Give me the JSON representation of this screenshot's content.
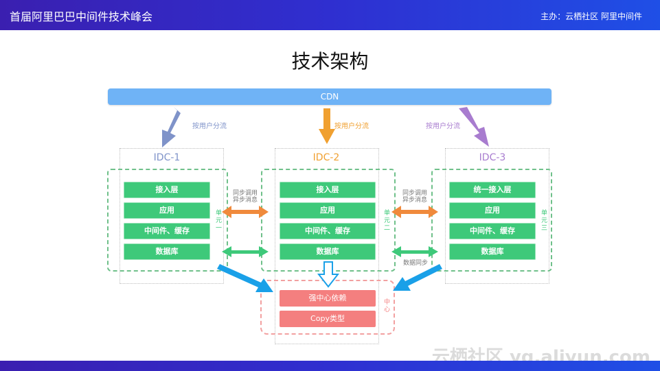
{
  "header": {
    "title": "首届阿里巴巴中间件技术峰会",
    "host": "主办：云栖社区 阿里中间件"
  },
  "slide_title": "技术架构",
  "cdn": "CDN",
  "split_label": "按用户分流",
  "idcs": [
    {
      "name": "IDC-1",
      "color": "#7f93c9",
      "layers": [
        "接入层",
        "应用",
        "中间件、缓存",
        "数据库"
      ],
      "unit": "单元一"
    },
    {
      "name": "IDC-2",
      "color": "#f0a030",
      "layers": [
        "接入层",
        "应用",
        "中间件、缓存",
        "数据库"
      ],
      "unit": "单元二"
    },
    {
      "name": "IDC-3",
      "color": "#a87ccf",
      "layers": [
        "统一接入层",
        "应用",
        "中间件、缓存",
        "数据库"
      ],
      "unit": "单元三"
    }
  ],
  "sync_call": "同步调用\n异步消息",
  "data_sync": "数据同步",
  "center": {
    "label": "中心",
    "items": [
      "强中心依赖",
      "Copy类型"
    ]
  },
  "watermark": "云栖社区 yq.aliyun.com",
  "colors": {
    "green": "#3ec97a",
    "red": "#f47f7f",
    "orange": "#f08a3c",
    "blue": "#1aa0e8",
    "cdn": "#6fb3f6"
  }
}
